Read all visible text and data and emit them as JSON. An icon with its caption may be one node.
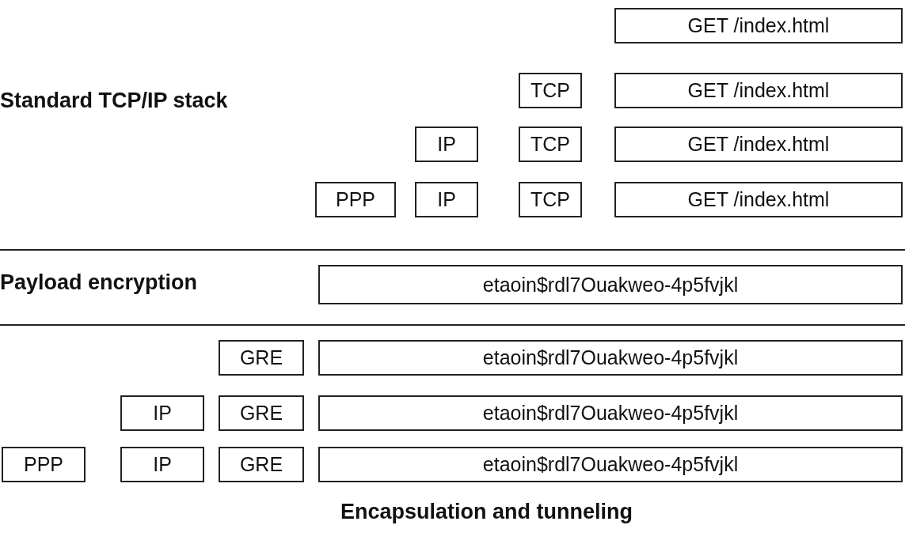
{
  "diagram": {
    "nodes": [
      {
        "text": [
          "GET /index.html"
        ]
      },
      {
        "text": [
          "TCP"
        ]
      },
      {
        "text": [
          "GET /index.html"
        ]
      },
      {
        "text": [
          "IP"
        ]
      },
      {
        "text": [
          "TCP"
        ]
      },
      {
        "text": [
          "GET /index.html"
        ]
      },
      {
        "text": [
          "PPP"
        ]
      },
      {
        "text": [
          "IP"
        ]
      },
      {
        "text": [
          "TCP"
        ]
      },
      {
        "text": [
          "GET /index.html"
        ]
      },
      {
        "text": [
          "etaoin$rdl7Ouakweo-4p5fvjkl"
        ]
      },
      {
        "text": [
          "GRE"
        ]
      },
      {
        "text": [
          "etaoin$rdl7Ouakweo-4p5fvjkl"
        ]
      },
      {
        "text": [
          "IP"
        ]
      },
      {
        "text": [
          "GRE"
        ]
      },
      {
        "text": [
          "etaoin$rdl7Ouakweo-4p5fvjkl"
        ]
      },
      {
        "text": [
          "PPP"
        ]
      },
      {
        "text": [
          "IP"
        ]
      },
      {
        "text": [
          "GRE"
        ]
      },
      {
        "text": [
          "etaoin$rdl7Ouakweo-4p5fvjkl"
        ]
      }
    ],
    "labels": [
      "Standard TCP/IP stack",
      "Payload encryption",
      "Encapsulation and tunneling"
    ]
  }
}
